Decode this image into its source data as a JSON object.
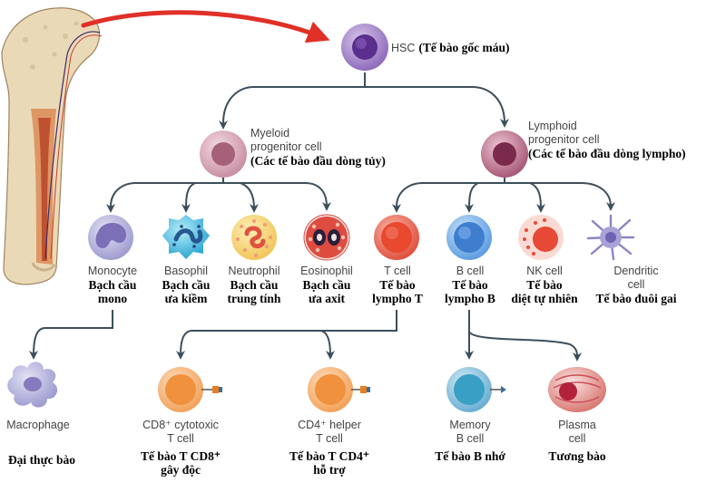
{
  "hsc": {
    "en": "HSC",
    "vi": "(Tế bào gốc máu)"
  },
  "myeloid": {
    "en_1": "Myeloid",
    "en_2": "progenitor cell",
    "vi": "(Các tế bào đầu dòng tủy)"
  },
  "lymphoid": {
    "en_1": "Lymphoid",
    "en_2": "progenitor cell",
    "vi": "(Các tế bào đầu dòng lympho)"
  },
  "row2": [
    {
      "key": "monocyte",
      "en": "Monocyte",
      "vi_1": "Bạch cầu",
      "vi_2": "mono"
    },
    {
      "key": "basophil",
      "en": "Basophil",
      "vi_1": "Bạch cầu",
      "vi_2": "ưa kiềm"
    },
    {
      "key": "neutrophil",
      "en": "Neutrophil",
      "vi_1": "Bạch cầu",
      "vi_2": "trung tính"
    },
    {
      "key": "eosinophil",
      "en": "Eosinophil",
      "vi_1": "Bạch cầu",
      "vi_2": "ưa axit"
    },
    {
      "key": "tcell",
      "en": "T cell",
      "vi_1": "Tế bào",
      "vi_2": "lympho T"
    },
    {
      "key": "bcell",
      "en": "B cell",
      "vi_1": "Tế bào",
      "vi_2": "lympho B"
    },
    {
      "key": "nkcell",
      "en": "NK cell",
      "vi_1": "Tế bào",
      "vi_2": "diệt tự nhiên"
    },
    {
      "key": "dendritic",
      "en_1": "Dendritic",
      "en_2": "cell",
      "vi": "Tế bào đuôi gai"
    }
  ],
  "row3": [
    {
      "key": "macrophage",
      "en": "Macrophage",
      "vi": "Đại thực bào"
    },
    {
      "key": "cd8",
      "en_1": "CD8⁺ cytotoxic",
      "en_2": "T cell",
      "vi_1": "Tế bào T CD8⁺",
      "vi_2": "gây độc"
    },
    {
      "key": "cd4",
      "en_1": "CD4⁺ helper",
      "en_2": "T cell",
      "vi_1": "Tế bào T CD4⁺",
      "vi_2": "hỗ trợ"
    },
    {
      "key": "memoryb",
      "en_1": "Memory",
      "en_2": "B cell",
      "vi": "Tế bào B nhớ"
    },
    {
      "key": "plasma",
      "en_1": "Plasma",
      "en_2": "cell",
      "vi": "Tương bào"
    }
  ]
}
